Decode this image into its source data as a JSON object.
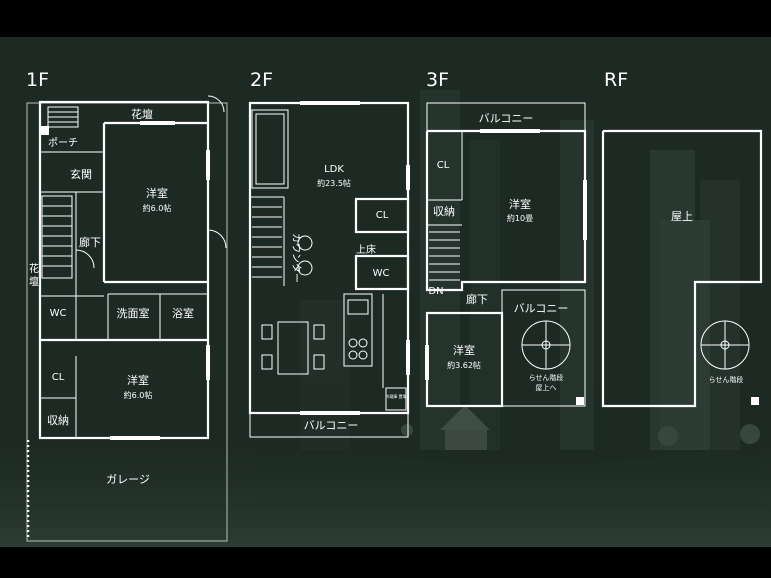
{
  "floors": {
    "f1": {
      "label": "1F",
      "rooms": {
        "flowerbed_top": "花壇",
        "porch": "ポーチ",
        "entrance": "玄関",
        "western_room_a": "洋室",
        "western_room_a_size": "約6.0帖",
        "hall": "廊下",
        "flowerbed_side_1": "花",
        "flowerbed_side_2": "壇",
        "wc": "WC",
        "washroom": "洗面室",
        "bathroom": "浴室",
        "closet": "CL",
        "western_room_b": "洋室",
        "western_room_b_size": "約6.0帖",
        "storage": "収納",
        "garage": "ガレージ"
      }
    },
    "f2": {
      "label": "2F",
      "rooms": {
        "ldk": "LDK",
        "ldk_size": "約23.5帖",
        "closet": "CL",
        "counter": "カウンター",
        "raised_floor": "上床",
        "wc": "WC",
        "balcony": "バルコニー",
        "fridge": "冷蔵庫\n置場"
      }
    },
    "f3": {
      "label": "3F",
      "rooms": {
        "balcony_top": "バルコニー",
        "closet": "CL",
        "storage": "収納",
        "western_room_a": "洋室",
        "western_room_a_size": "約10畳",
        "dn": "DN",
        "hall": "廊下",
        "balcony_side": "バルコニー",
        "western_room_b": "洋室",
        "western_room_b_size": "約3.62帖",
        "spiral_stair_1": "らせん階段",
        "spiral_stair_2": "屋上へ"
      }
    },
    "rf": {
      "label": "RF",
      "rooms": {
        "rooftop": "屋上",
        "spiral_stair": "らせん階段"
      }
    }
  },
  "colors": {
    "background": "#1d2a24",
    "lines": "#ffffff",
    "frame": "#000000"
  }
}
